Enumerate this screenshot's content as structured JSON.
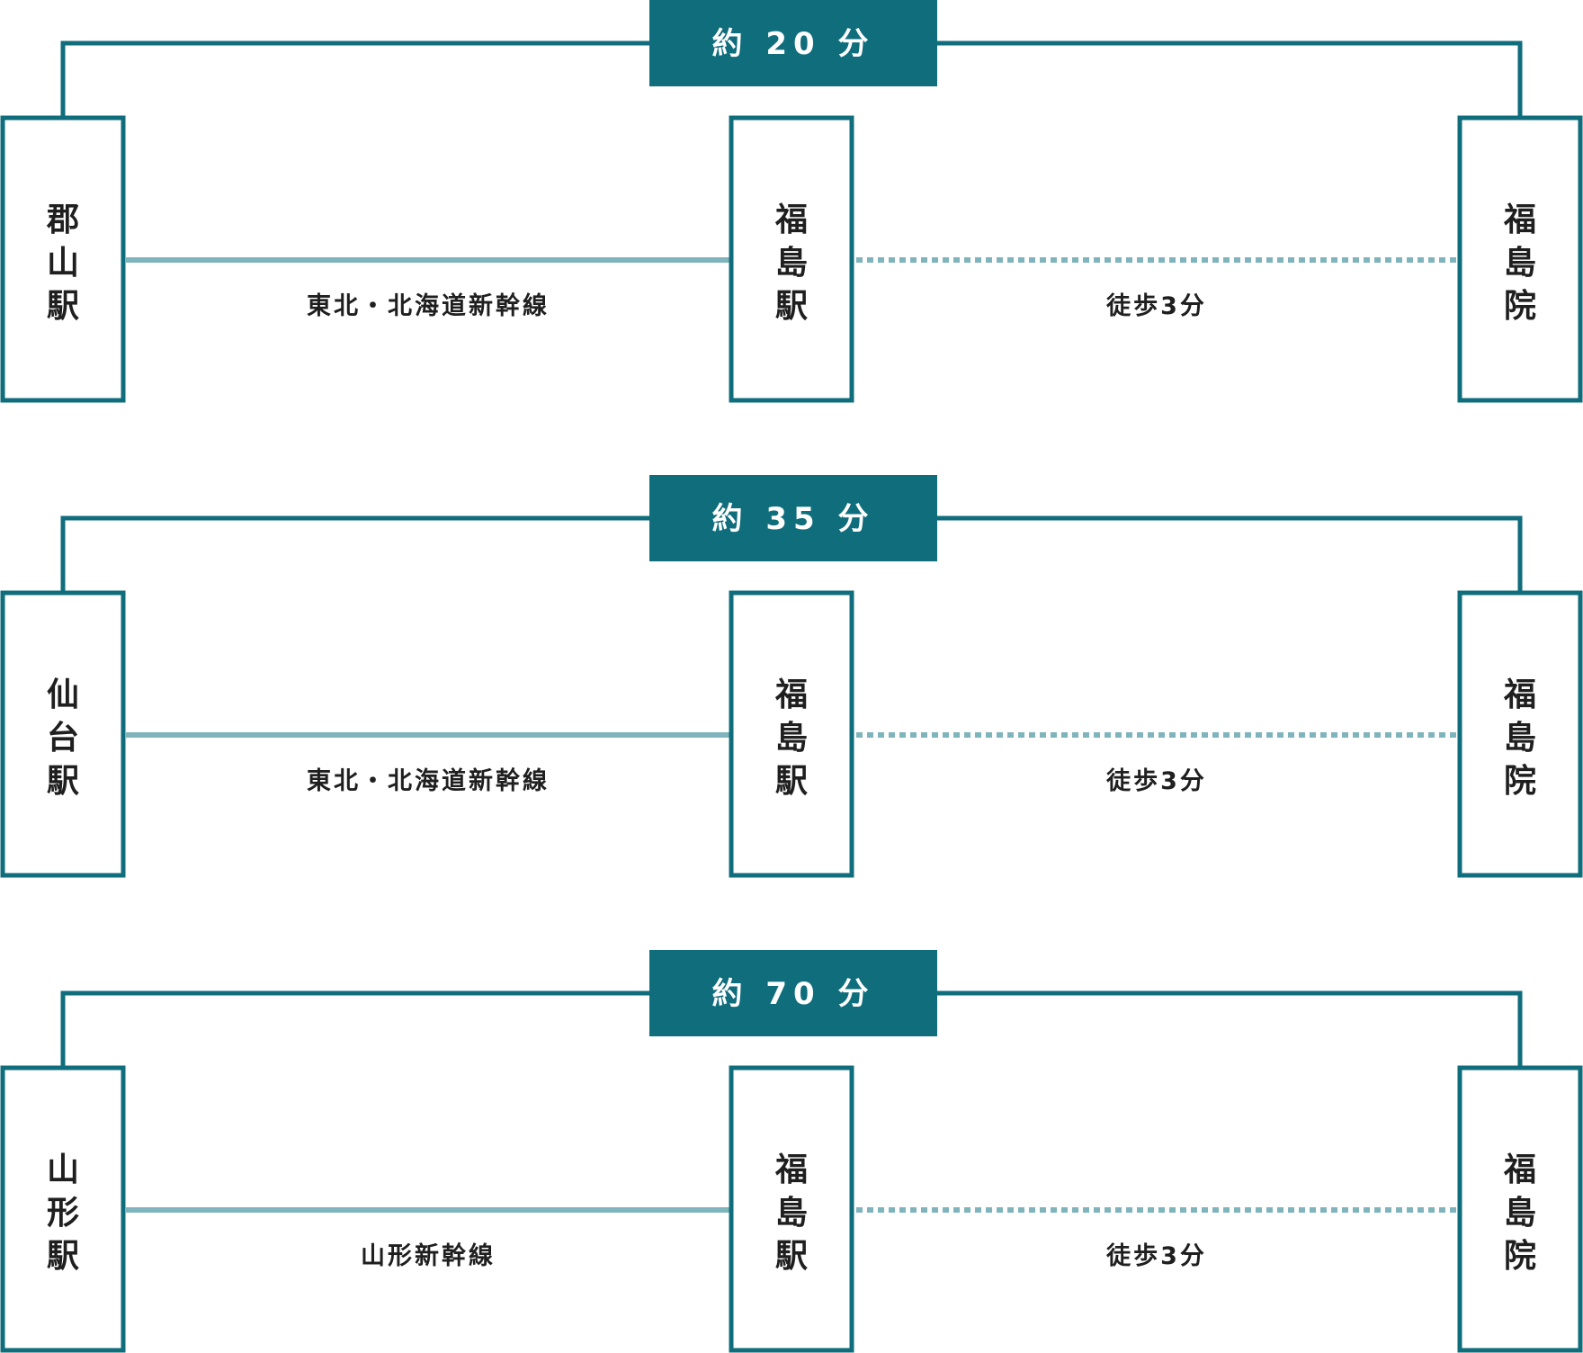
{
  "colors": {
    "primary": "#0f6d7c",
    "rail_line": "#7fb4bc",
    "walk_line": "#7fb4bc",
    "text": "#1f1f1f",
    "time_text": "#ffffff",
    "background": "#ffffff"
  },
  "routes": [
    {
      "time_label": "約 20 分",
      "origin": [
        "郡",
        "山",
        "駅"
      ],
      "transfer": [
        "福",
        "島",
        "駅"
      ],
      "destination": [
        "福",
        "島",
        "院"
      ],
      "rail_label": "東北・北海道新幹線",
      "walk_label": "徒歩3分"
    },
    {
      "time_label": "約 35 分",
      "origin": [
        "仙",
        "台",
        "駅"
      ],
      "transfer": [
        "福",
        "島",
        "駅"
      ],
      "destination": [
        "福",
        "島",
        "院"
      ],
      "rail_label": "東北・北海道新幹線",
      "walk_label": "徒歩3分"
    },
    {
      "time_label": "約 70 分",
      "origin": [
        "山",
        "形",
        "駅"
      ],
      "transfer": [
        "福",
        "島",
        "駅"
      ],
      "destination": [
        "福",
        "島",
        "院"
      ],
      "rail_label": "山形新幹線",
      "walk_label": "徒歩3分"
    }
  ]
}
